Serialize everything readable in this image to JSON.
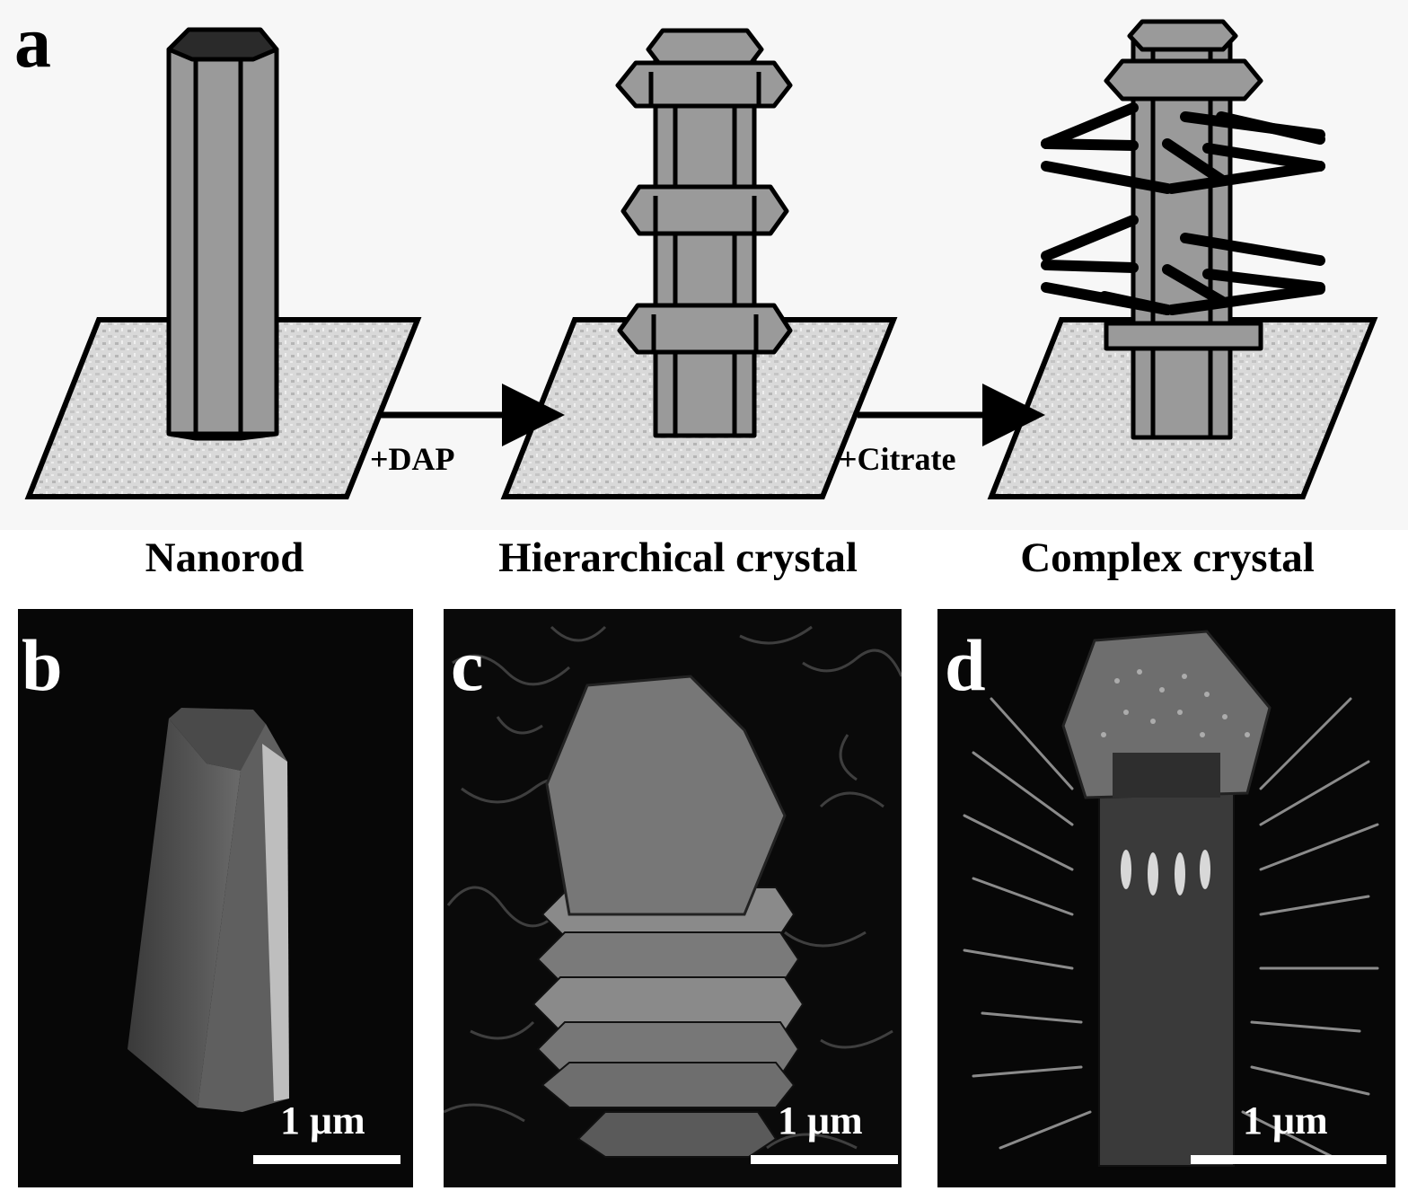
{
  "panels": {
    "a": {
      "letter": "a",
      "stages": [
        "Nanorod",
        "Hierarchical crystal",
        "Complex crystal"
      ],
      "arrows": [
        "+DAP",
        "+Citrate"
      ]
    },
    "b": {
      "letter": "b",
      "scale": "1 μm"
    },
    "c": {
      "letter": "c",
      "scale": "1 μm"
    },
    "d": {
      "letter": "d",
      "scale": "1 μm"
    }
  },
  "colors": {
    "rod_fill": "#9a9a9a",
    "rod_top": "#2a2a2a",
    "substrate": "#d6d6d6",
    "sem_background": "#070707"
  }
}
